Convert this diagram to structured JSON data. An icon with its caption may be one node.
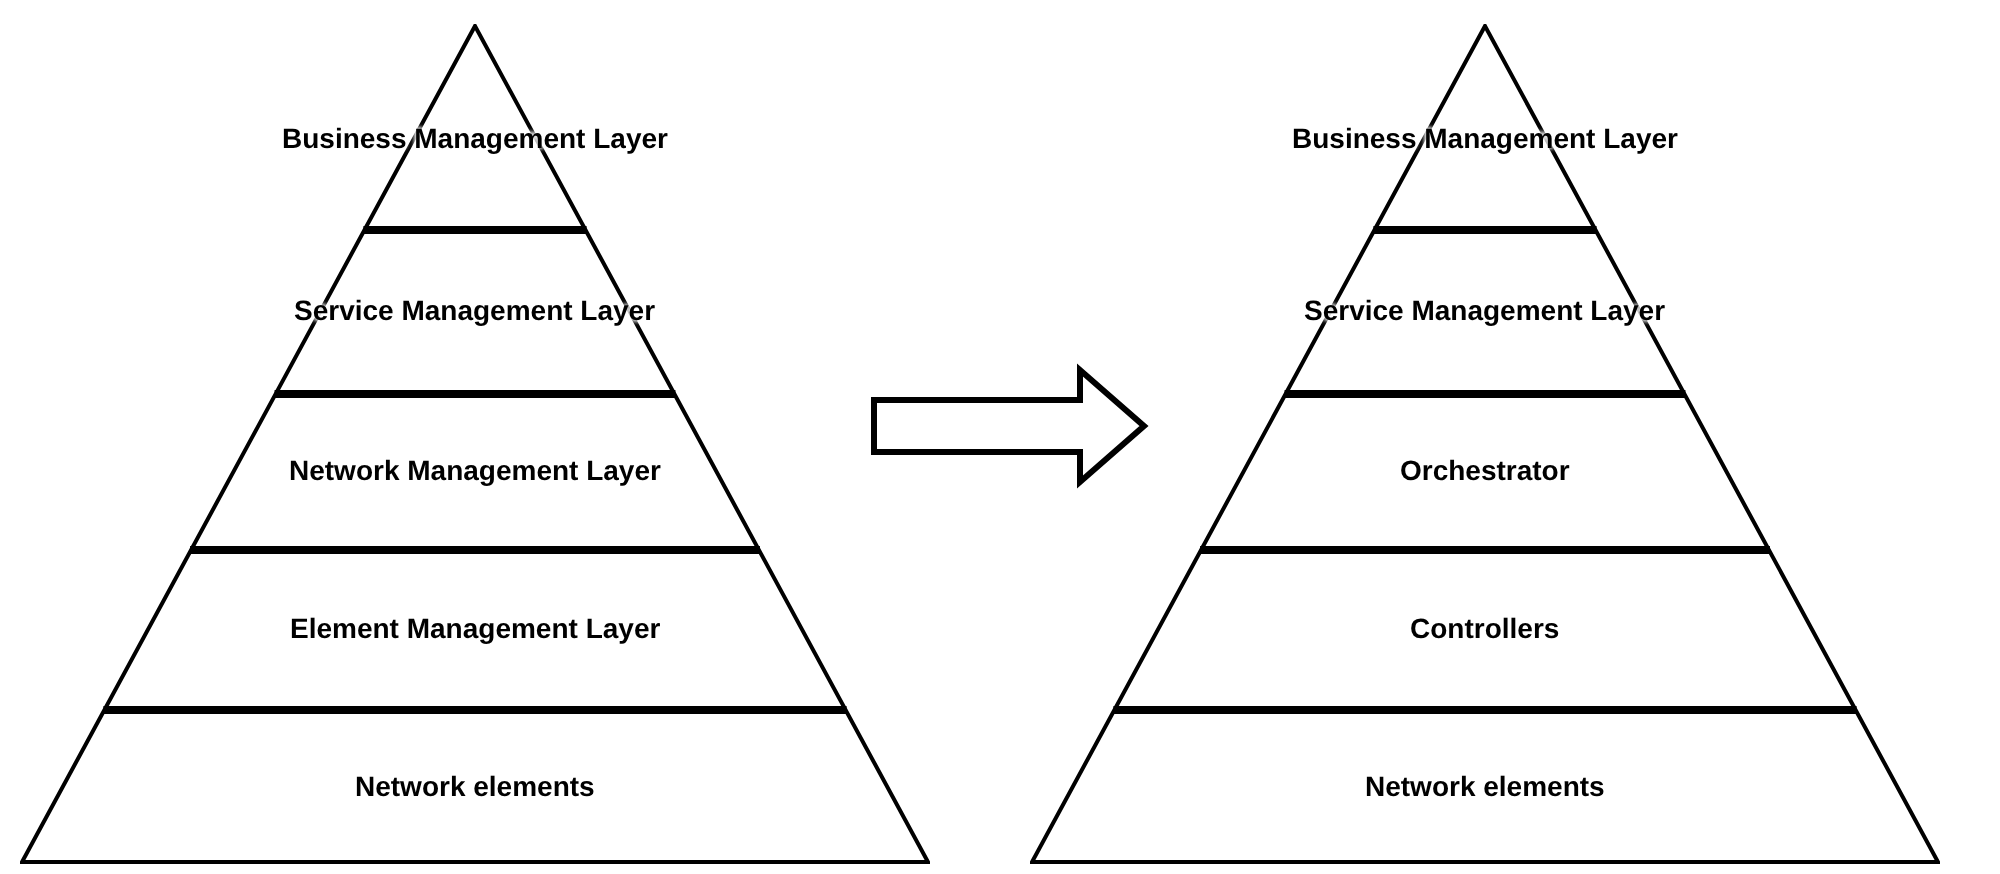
{
  "diagram": {
    "nodes": [
      {
        "text": [],
        "shape": "triangle"
      },
      {
        "text": [
          "Business Management Layer"
        ],
        "in": 0
      },
      {
        "text": [
          "Service Management Layer"
        ],
        "in": 0
      },
      {
        "text": [
          "Network Management Layer"
        ],
        "in": 0
      },
      {
        "text": [
          "Element Management Layer"
        ],
        "in": 0
      },
      {
        "text": [
          "Network elements"
        ],
        "in": 0
      },
      {
        "text": [],
        "shape": "triangle"
      },
      {
        "text": [
          "Business Management Layer"
        ],
        "in": 6
      },
      {
        "text": [
          "Service Management Layer"
        ],
        "in": 6
      },
      {
        "text": [
          "Orchestrator"
        ],
        "in": 6
      },
      {
        "text": [
          "Controllers"
        ],
        "in": 6
      },
      {
        "text": [
          "Network elements"
        ],
        "in": 6
      }
    ],
    "edges": [
      {
        "from": 0,
        "to": 6,
        "arrow": "to"
      }
    ]
  }
}
